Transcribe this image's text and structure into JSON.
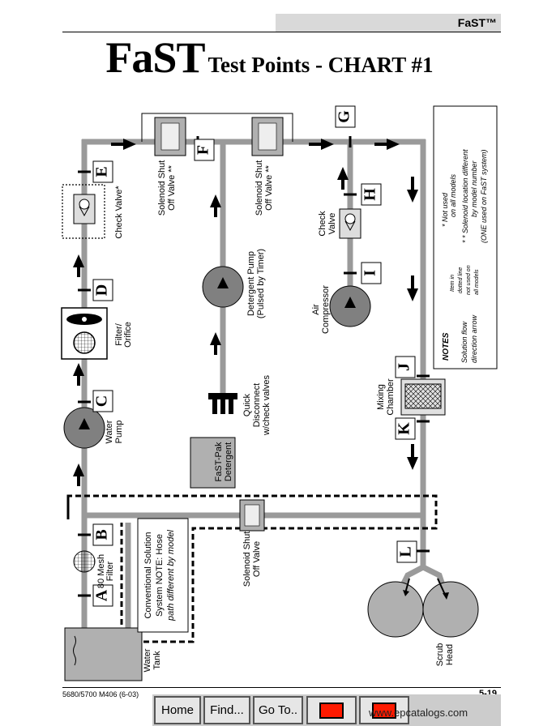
{
  "header": {
    "brand": "FaST™"
  },
  "title": {
    "big": "FaST",
    "rest": "Test Points - CHART #1"
  },
  "test_points": [
    "A",
    "B",
    "C",
    "D",
    "E",
    "F",
    "G",
    "H",
    "I",
    "J",
    "K",
    "L"
  ],
  "labels": {
    "check_valve_left": "Check Valve*",
    "solenoid1": [
      "Solenoid Shut",
      "Off Valve **"
    ],
    "solenoid2": [
      "Solenoid Shut",
      "Off Valve **"
    ],
    "check_valve_right": [
      "Check",
      "Valve"
    ],
    "filter_orifice": [
      "Filter/",
      "Orifice"
    ],
    "detergent_pump": [
      "Detergent Pump",
      "(Pulsed by Timer)"
    ],
    "air_compressor": [
      "Air",
      "Compressor"
    ],
    "water_pump": [
      "Water",
      "Pump"
    ],
    "quick_disconnect": [
      "Quick",
      "Disconnect",
      "w/check valves"
    ],
    "fast_pak": [
      "FaST-Pak",
      "Detergent"
    ],
    "mixing_chamber": [
      "Mixing",
      "Chamber"
    ],
    "mesh_filter": [
      "80 Mesh",
      "Filter"
    ],
    "conventional": [
      "Conventional Solution",
      "System NOTE: Hose",
      "path different by model"
    ],
    "solenoid3": [
      "Solenoid Shut",
      "Off Valve"
    ],
    "water_tank": [
      "Water",
      "Tank"
    ],
    "scrub_head": [
      "Scrub",
      "Head"
    ]
  },
  "notes": {
    "star1": [
      "* Not used",
      "on all models"
    ],
    "star2": [
      "* * Solenoid location different",
      "by model number",
      "(ONE used on FaST system)"
    ],
    "dotted": [
      "Item in",
      "dotted line",
      "not used on",
      "all models"
    ],
    "title": "NOTES",
    "arrow": [
      "Solution flow",
      "direction arrow"
    ]
  },
  "footer": {
    "doc": "5680/5700 M406 (6-03)",
    "page": "5-19"
  },
  "nav": {
    "home": "Home",
    "find": "Find...",
    "goto": "Go To..",
    "watermark": "www.epcatalogs.com"
  },
  "colors": {
    "pipe": "#9a9a9a",
    "component": "#808080",
    "arrow_red": "#ff1a00"
  }
}
